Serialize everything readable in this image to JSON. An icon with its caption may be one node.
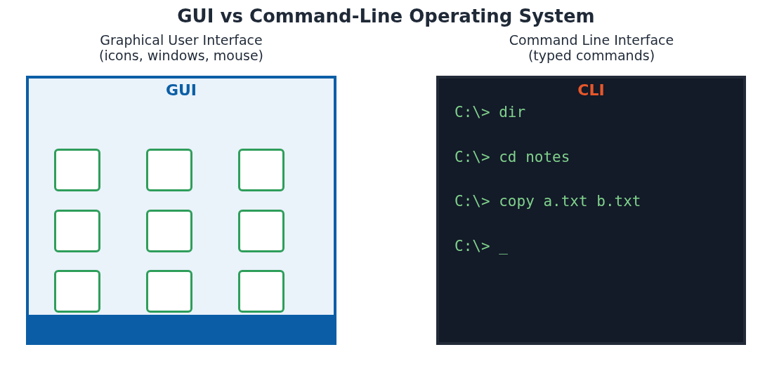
{
  "diagram": {
    "title": "GUI vs Command-Line Operating System",
    "nodes": [
      {
        "text": [
          "GUI"
        ],
        "beside": [
          "Graphical User Interface (icons, windows, mouse)"
        ]
      },
      {
        "text": [],
        "shape": "box",
        "in": 0
      },
      {
        "text": [],
        "shape": "box",
        "in": 0
      },
      {
        "text": [],
        "shape": "box",
        "in": 0
      },
      {
        "text": [],
        "shape": "box",
        "in": 0
      },
      {
        "text": [],
        "shape": "box",
        "in": 0
      },
      {
        "text": [],
        "shape": "box",
        "in": 0
      },
      {
        "text": [],
        "shape": "box",
        "in": 0
      },
      {
        "text": [],
        "shape": "box",
        "in": 0
      },
      {
        "text": [],
        "shape": "box",
        "in": 0
      },
      {
        "text": [],
        "shape": "bar",
        "in": 0
      },
      {
        "text": [
          "CLI",
          "C:\\> dir",
          "C:\\> cd notes",
          "C:\\> copy a.txt b.txt",
          "C:\\> _"
        ],
        "beside": [
          "Command Line Interface (typed commands)"
        ]
      }
    ]
  }
}
